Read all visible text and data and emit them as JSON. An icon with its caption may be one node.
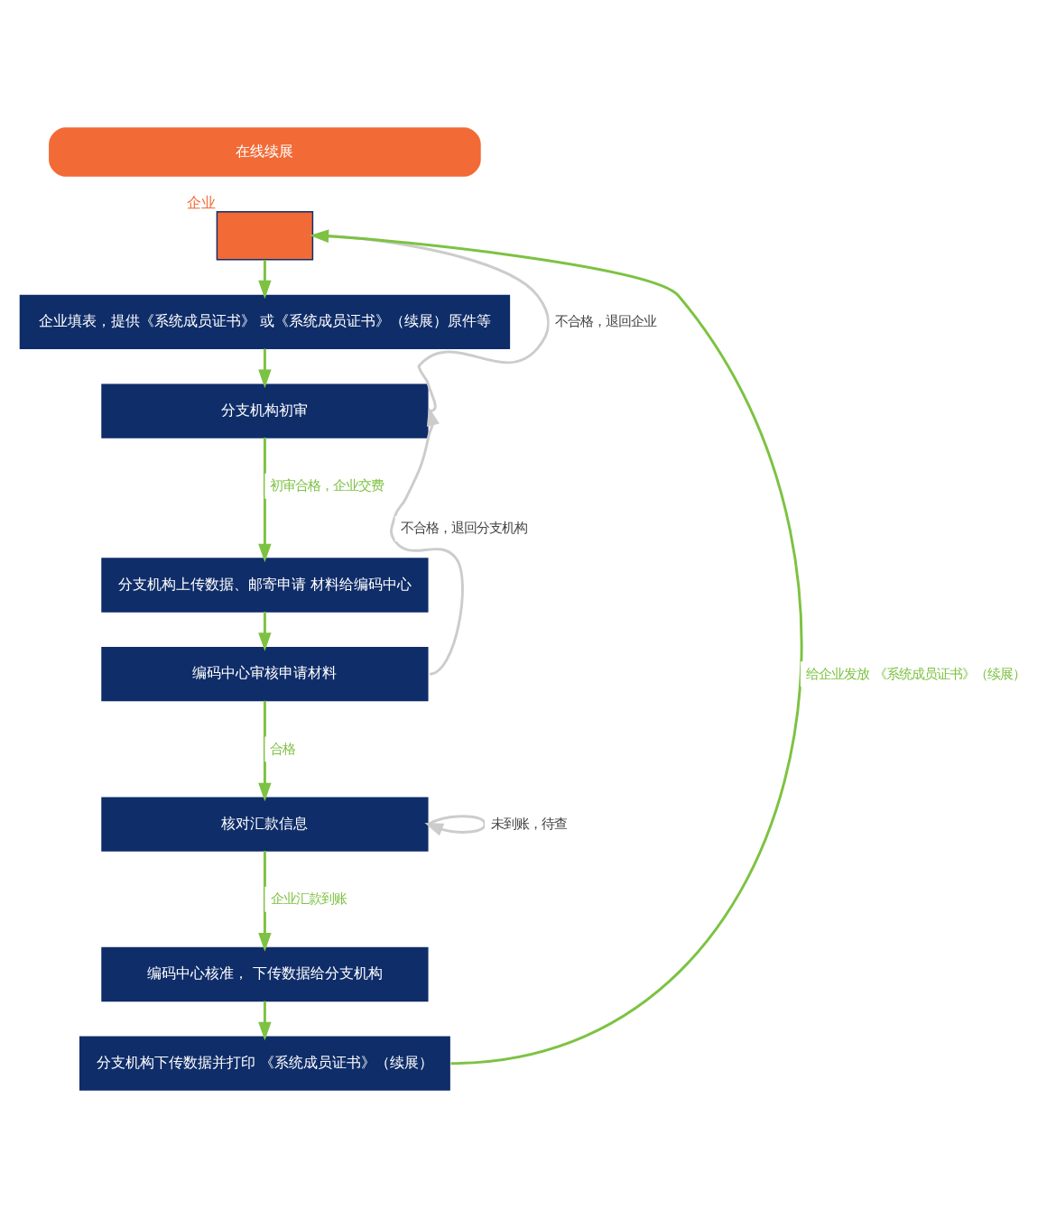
{
  "diagram": {
    "nodes": [
      {
        "text": [
          "在线续展"
        ]
      },
      {
        "text": [],
        "shape": "box",
        "beside": [
          "企业"
        ]
      },
      {
        "text": [
          "企业填表，提供《系统成员证书》 或《系统成员证书》（续展）原件等"
        ]
      },
      {
        "text": [
          "分支机构初审"
        ]
      },
      {
        "text": [
          "分支机构上传数据、邮寄申请 材料给编码中心"
        ]
      },
      {
        "text": [
          "编码中心审核申请材料"
        ]
      },
      {
        "text": [
          "核对汇款信息"
        ]
      },
      {
        "text": [
          "编码中心核准， 下传数据给分支机构"
        ]
      },
      {
        "text": [
          "分支机构下传数据并打印 《系统成员证书》（续展）"
        ]
      }
    ],
    "edges": [
      {
        "from": 1,
        "to": 2,
        "arrow": "to"
      },
      {
        "from": 2,
        "to": 3,
        "arrow": "to"
      },
      {
        "from": 3,
        "to": 4,
        "arrow": "to",
        "label": "初审合格，企业交费"
      },
      {
        "from": 4,
        "to": 5,
        "arrow": "to"
      },
      {
        "from": 5,
        "to": 6,
        "arrow": "to",
        "label": "合格"
      },
      {
        "from": 6,
        "to": 7,
        "arrow": "to",
        "label": "企业汇款到账"
      },
      {
        "from": 7,
        "to": 8,
        "arrow": "to"
      },
      {
        "from": 3,
        "to": 1,
        "arrow": "to",
        "label": "不合格，退回企业",
        "color": "#cccccc"
      },
      {
        "from": 5,
        "to": 3,
        "arrow": "to",
        "label": "不合格，退回分支机构",
        "color": "#cccccc"
      },
      {
        "from": 6,
        "to": 6,
        "arrow": "to",
        "label": "未到账，待查",
        "color": "#cccccc"
      },
      {
        "from": 8,
        "to": 1,
        "arrow": "to",
        "label": "给企业发放 《系统成员证书》（续展）"
      }
    ]
  }
}
